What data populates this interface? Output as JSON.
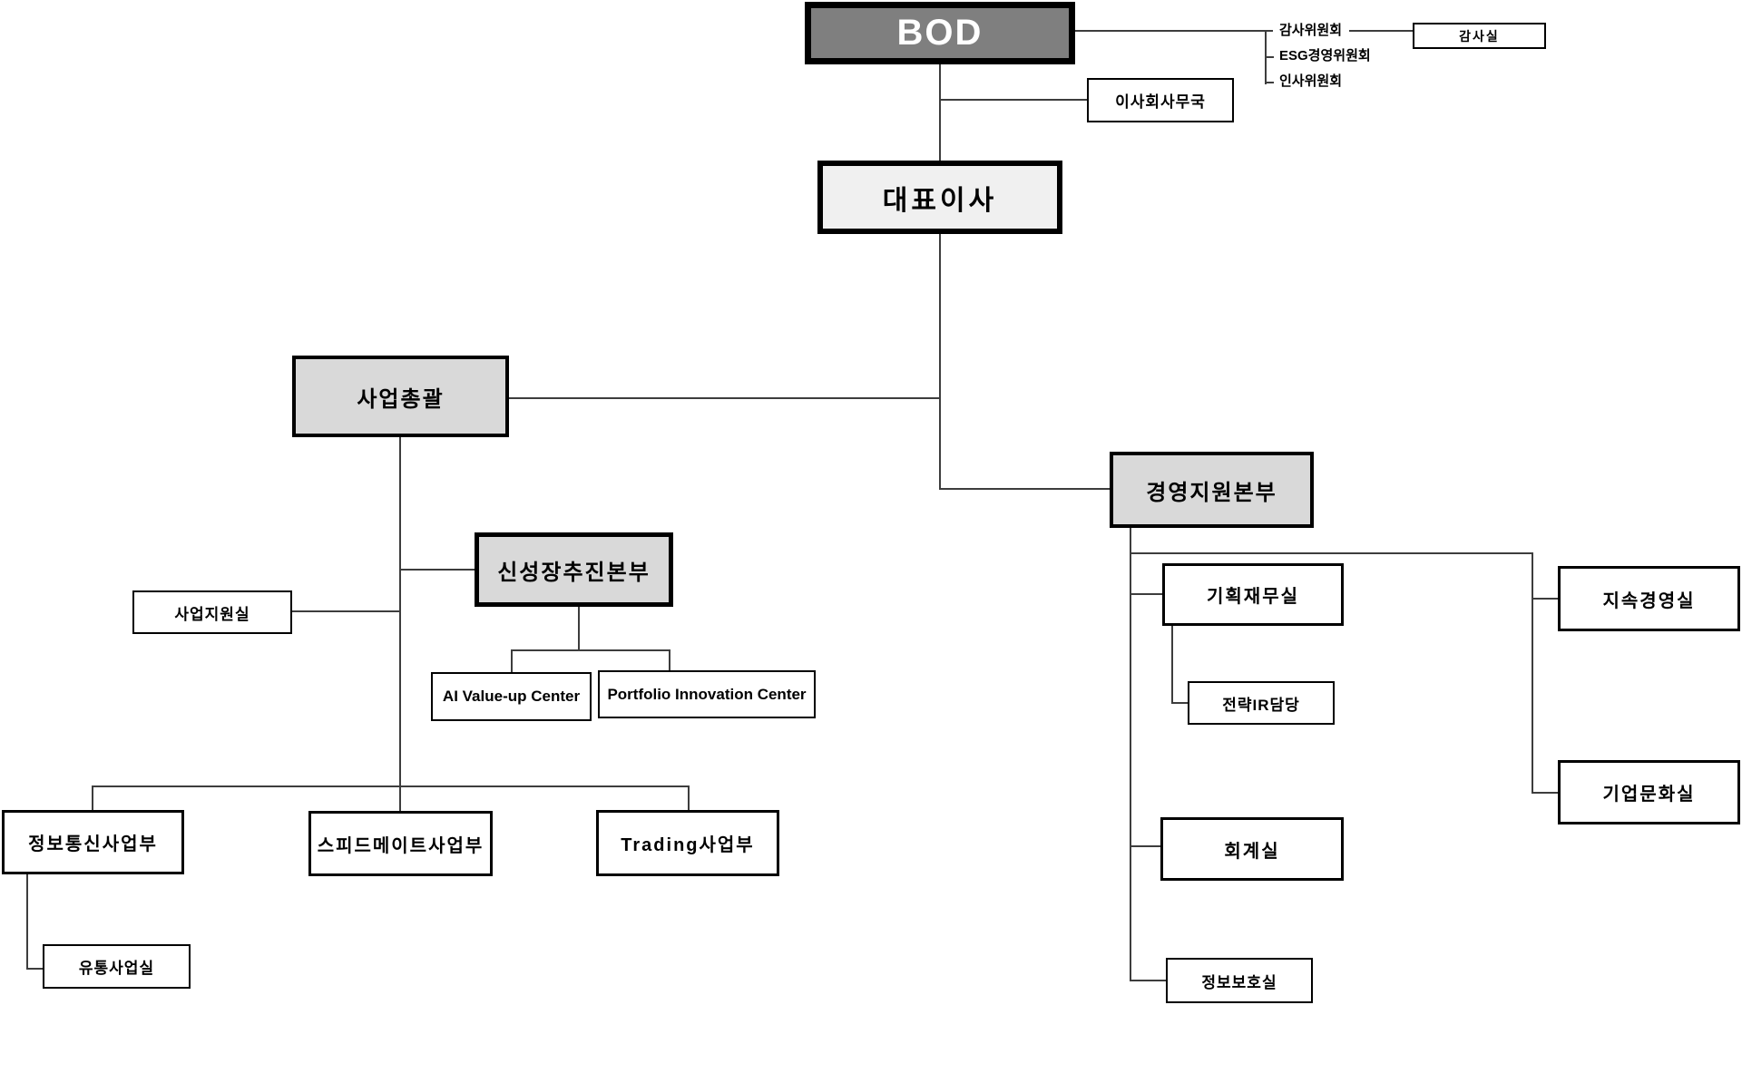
{
  "org": {
    "bod": "BOD",
    "committees": [
      "감사위원회",
      "ESG경영위원회",
      "인사위원회"
    ],
    "audit_office": "감사실",
    "board_secretariat": "이사회사무국",
    "ceo": "대표이사",
    "business_general": "사업총괄",
    "business_support_office": "사업지원실",
    "new_growth_division": "신성장추진본부",
    "ai_valueup_center": "AI Value-up Center",
    "portfolio_innovation_center": "Portfolio Innovation Center",
    "ict_division": "정보통신사업부",
    "speedmate_division": "스피드메이트사업부",
    "trading_division": "Trading사업부",
    "distribution_office": "유통사업실",
    "management_support_division": "경영지원본부",
    "planning_finance_office": "기획재무실",
    "strategy_ir": "전략IR담당",
    "accounting_office": "회계실",
    "info_security_office": "정보보호실",
    "sustainability_office": "지속경영실",
    "corporate_culture_office": "기업문화실"
  },
  "colors": {
    "bod_fill": "#7f7f7f",
    "ceo_fill": "#f0f0f0",
    "division_fill": "#d9d9d9",
    "box_border": "#000000",
    "line": "#3d3d3d",
    "background": "#ffffff"
  }
}
